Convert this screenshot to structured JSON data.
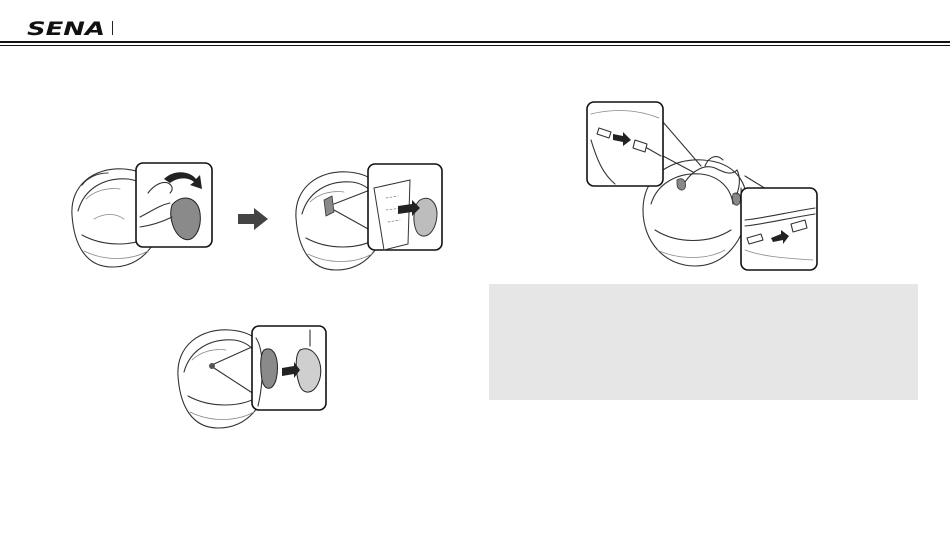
{
  "header": {
    "brand": "SENA",
    "brand_color": "#111111"
  },
  "figures": {
    "step1_icon": "helmet-peel-adhesive-illustration",
    "step2_icon": "helmet-attach-velcro-pad-illustration",
    "step3_icon": "helmet-attach-speaker-illustration",
    "step4_icon": "helmet-connect-speaker-cables-illustration",
    "arrow_icon": "right-arrow-icon"
  },
  "note": {
    "background": "#e6e6e6"
  }
}
